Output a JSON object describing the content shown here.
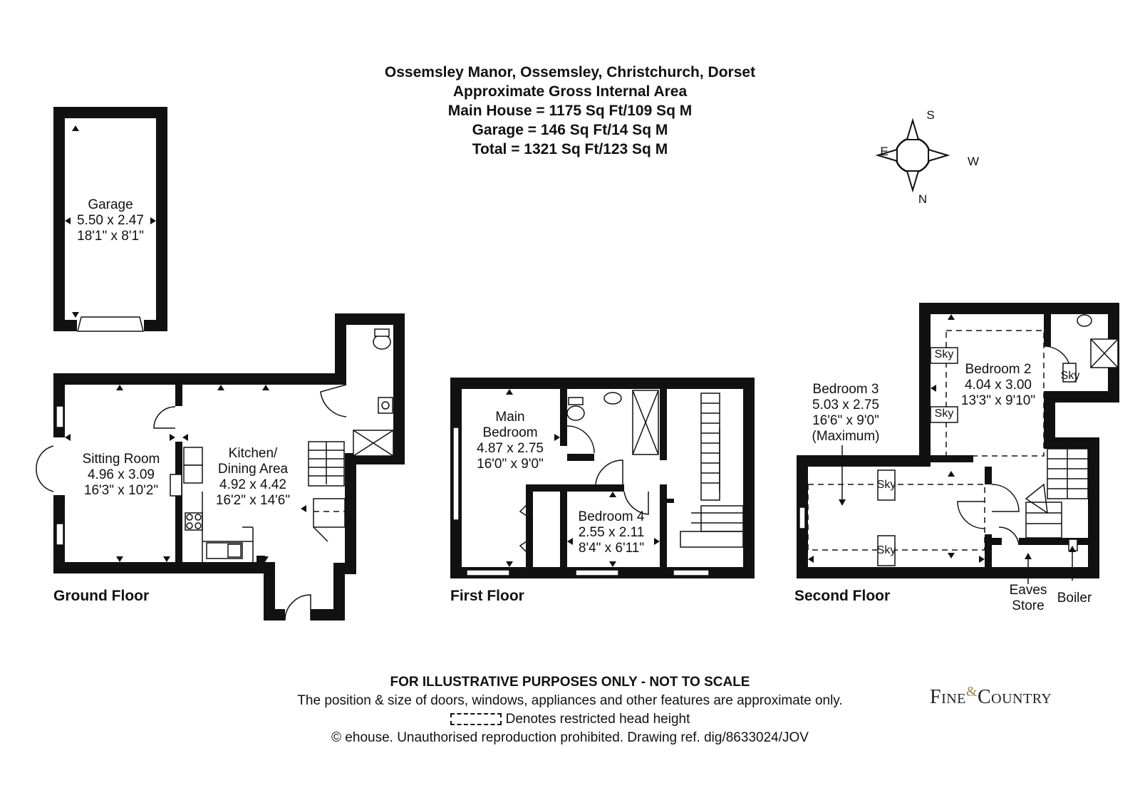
{
  "header": {
    "title": "Ossemsley Manor, Ossemsley, Christchurch, Dorset",
    "area_heading": "Approximate Gross Internal Area",
    "main_house": "Main House = 1175 Sq Ft/109 Sq M",
    "garage": "Garage = 146 Sq Ft/14 Sq M",
    "total": "Total = 1321 Sq Ft/123 Sq M"
  },
  "compass": {
    "n": "N",
    "s": "S",
    "e": "E",
    "w": "W"
  },
  "floors": {
    "ground": "Ground Floor",
    "first": "First Floor",
    "second": "Second Floor"
  },
  "rooms": {
    "garage": {
      "name": "Garage",
      "metric": "5.50 x 2.47",
      "imperial": "18'1\" x 8'1\""
    },
    "sitting_room": {
      "name": "Sitting Room",
      "metric": "4.96 x 3.09",
      "imperial": "16'3\" x 10'2\""
    },
    "kitchen": {
      "name_1": "Kitchen/",
      "name_2": "Dining Area",
      "metric": "4.92 x 4.42",
      "imperial": "16'2\" x 14'6\""
    },
    "main_bedroom": {
      "name_1": "Main",
      "name_2": "Bedroom",
      "metric": "4.87 x 2.75",
      "imperial": "16'0\" x 9'0\""
    },
    "bedroom_4": {
      "name": "Bedroom 4",
      "metric": "2.55 x 2.11",
      "imperial": "8'4\" x 6'11\""
    },
    "bedroom_3": {
      "name": "Bedroom 3",
      "metric": "5.03 x 2.75",
      "imperial": "16'6\" x 9'0\"",
      "note": "(Maximum)"
    },
    "bedroom_2": {
      "name": "Bedroom 2",
      "metric": "4.04 x 3.00",
      "imperial": "13'3\" x 9'10\""
    }
  },
  "annotations": {
    "sky": "Sky",
    "eaves_1": "Eaves",
    "eaves_2": "Store",
    "boiler": "Boiler"
  },
  "footer": {
    "disclaimer": "FOR ILLUSTRATIVE PURPOSES ONLY - NOT TO SCALE",
    "position_note": "The position & size of doors, windows, appliances and other features are approximate only.",
    "restricted": "Denotes restricted head height",
    "copyright": "© ehouse. Unauthorised reproduction prohibited. Drawing ref. dig/8633024/JOV"
  },
  "logo": {
    "left": "Fine",
    "amp": "&",
    "right": "Country"
  }
}
